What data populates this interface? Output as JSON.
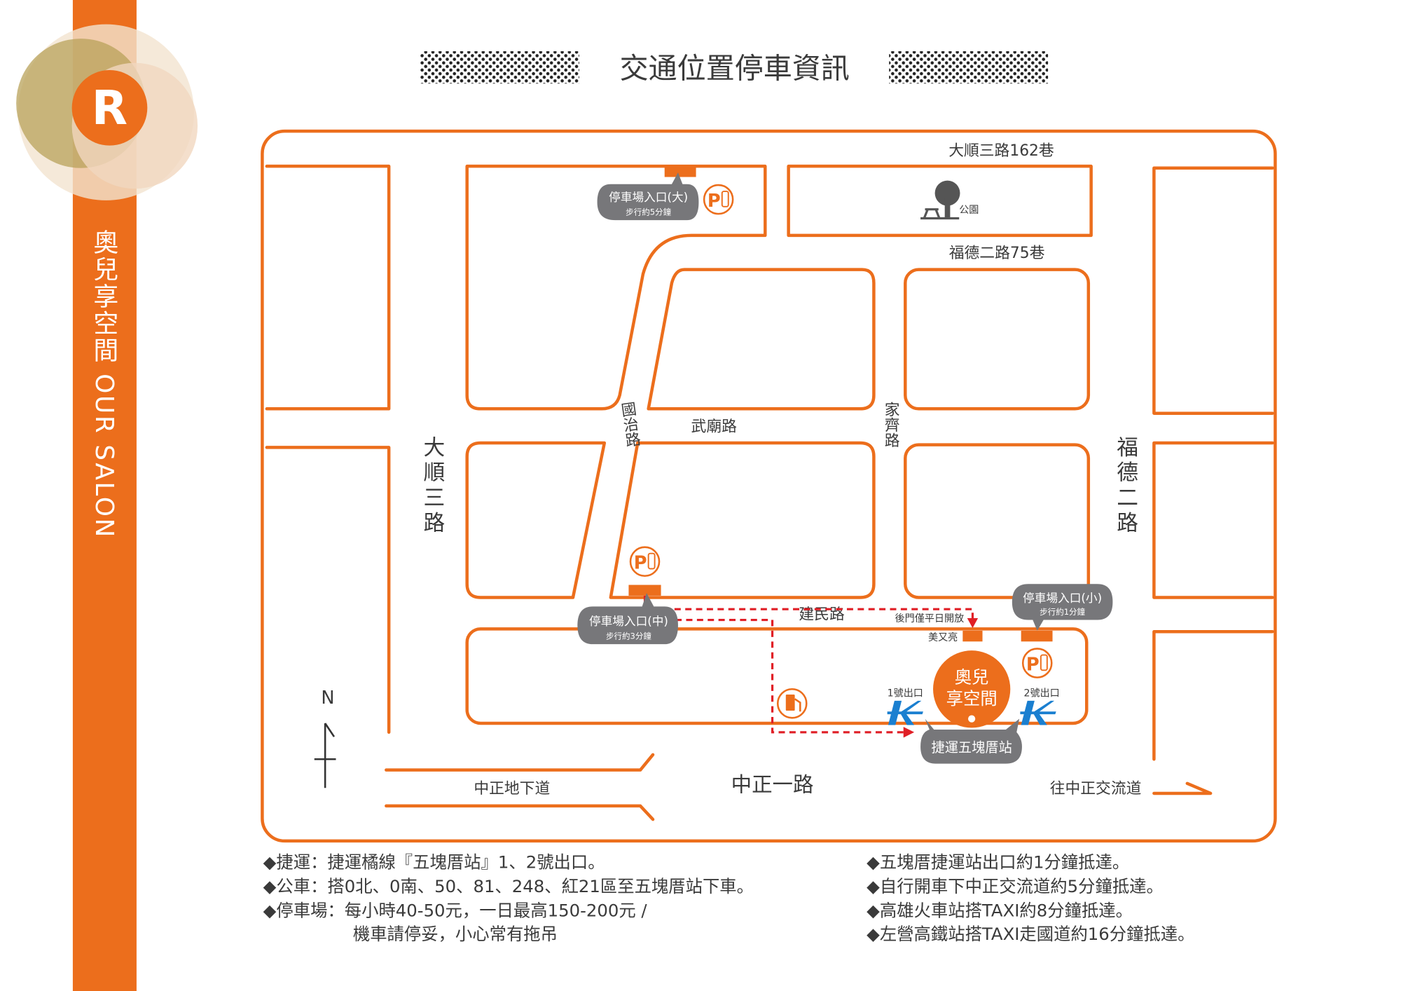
{
  "title": "交通位置停車資訊",
  "brand": {
    "vertical_name": "奧兒享空間 OUR SALON",
    "accent_color": "#ec6e1c"
  },
  "map": {
    "roads": {
      "dashun_lane": "大順三路162巷",
      "fude_lane": "福德二路75巷",
      "wumiao": "武廟路",
      "guozhi": "國治路",
      "jiaqi": "家齊路",
      "dashun": "大順三路",
      "fude": "福德二路",
      "jianmin": "建民路",
      "underpass": "中正地下道",
      "zhongzheng": "中正一路",
      "interchange": "往中正交流道"
    },
    "park": "公園",
    "north": "N",
    "parking": [
      {
        "title": "停車場入口(大)",
        "walk": "步行約5分鐘"
      },
      {
        "title": "停車場入口(中)",
        "walk": "步行約3分鐘"
      },
      {
        "title": "停車場入口(小)",
        "walk": "步行約1分鐘"
      }
    ],
    "back_door": "後門僅平日開放",
    "neighbor": "美又亮",
    "exit1": "1號出口",
    "exit2": "2號出口",
    "salon_line1": "奧兒",
    "salon_line2": "享空間",
    "station": "捷運五塊厝站",
    "parking_icon": "P",
    "colors": {
      "road": "#ec6e1c",
      "route": "#e01f26",
      "callout": "#77777a",
      "mrt": "#1a7fd0"
    }
  },
  "notes_left": [
    "◆捷運：捷運橘線『五塊厝站』1、2號出口。",
    "◆公車：搭0北、0南、50、81、248、紅21區至五塊厝站下車。",
    "◆停車場：每小時40-50元，一日最高150-200元 /",
    "機車請停妥，小心常有拖吊"
  ],
  "notes_right": [
    "◆五塊厝捷運站出口約1分鐘抵達。",
    "◆自行開車下中正交流道約5分鐘抵達。",
    "◆高雄火車站搭TAXI約8分鐘抵達。",
    "◆左營高鐵站搭TAXI走國道約16分鐘抵達。"
  ]
}
